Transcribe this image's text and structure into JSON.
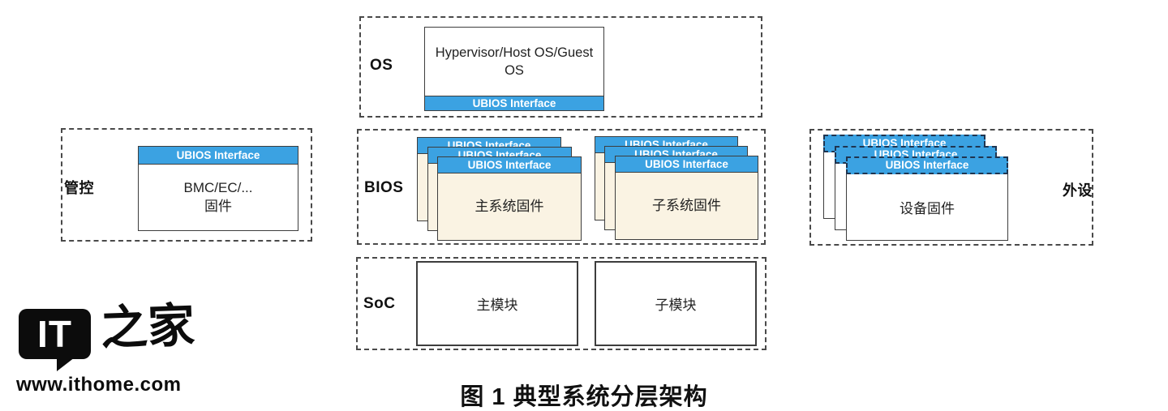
{
  "colors": {
    "accent_blue": "#3BA2E2",
    "cream": "#FAF3E3",
    "line_dark": "#3d3d3d",
    "dash_navy": "#1f3550"
  },
  "interface_label": "UBIOS Interface",
  "sections": {
    "os": {
      "label": "OS",
      "card_title": "Hypervisor/Host OS/Guest OS"
    },
    "management": {
      "label": "管控",
      "card_line1": "BMC/EC/...",
      "card_line2": "固件"
    },
    "bios": {
      "label": "BIOS",
      "main_firmware": "主系统固件",
      "sub_firmware": "子系统固件"
    },
    "peripheral": {
      "label": "外设",
      "device_firmware": "设备固件"
    },
    "soc": {
      "label": "SoC",
      "main_module": "主模块",
      "sub_module": "子模块"
    }
  },
  "caption": "图 1 典型系统分层架构",
  "logo": {
    "badge_text": "IT",
    "brand_text": "之家",
    "site_url": "www.ithome.com"
  }
}
